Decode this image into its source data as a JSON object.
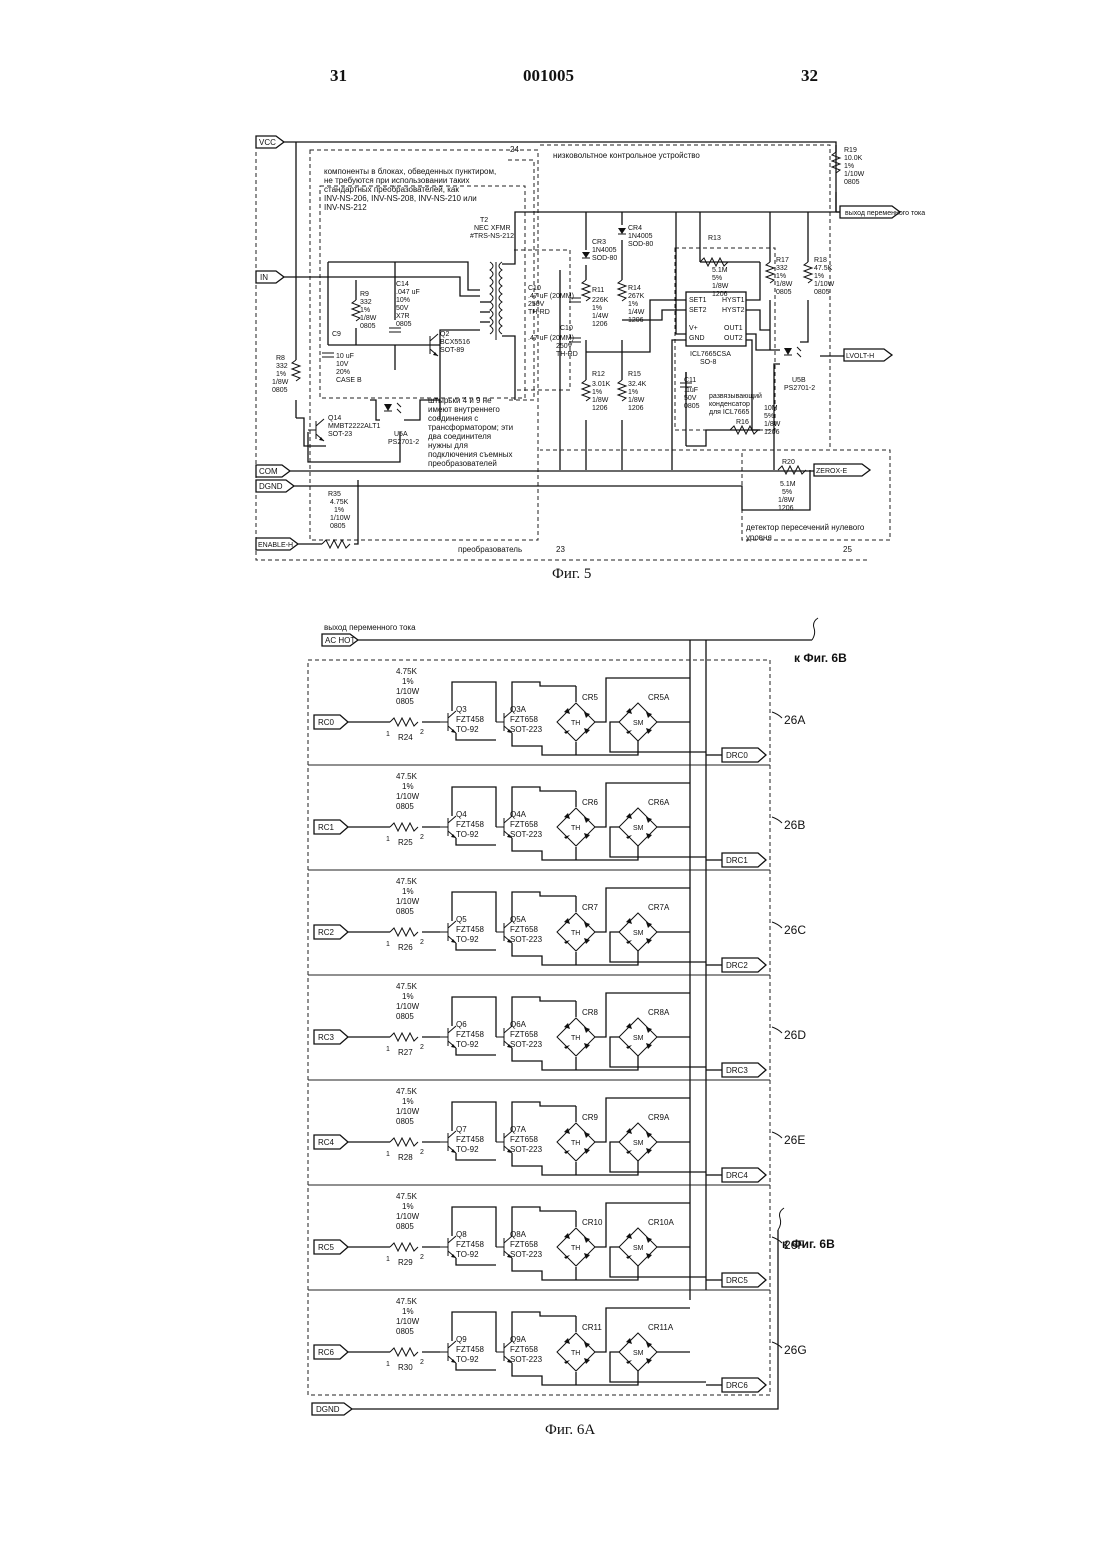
{
  "header": {
    "left_page": "31",
    "doc_number": "001005",
    "right_page": "32"
  },
  "fig5": {
    "caption": "Фиг. 5",
    "ports": {
      "vcc": "VCC",
      "in": "IN",
      "com": "COM",
      "dgnd": "DGND",
      "enable": "ENABLE-H",
      "lvolt": "LVOLT-H",
      "zerox": "ZEROX-E",
      "ac_out": "выход переменного тока"
    },
    "notes": {
      "ref24": "24",
      "low_voltage": "низковольтное контрольное устройство",
      "dashed_note": [
        "компоненты в блоках, обведенных пунктиром,",
        "не требуются при использовании таких",
        "стандартных преобразователей, как",
        "INV-NS-206, INV-NS-208, INV-NS-210 или",
        "INV-NS-212"
      ],
      "pins_note": [
        "штырьки 4 и 9 не",
        "имеют внутреннего",
        "соединения с",
        "трансформатором; эти",
        "два соединителя",
        "нужны для",
        "подключения съемных",
        "преобразователей"
      ],
      "decoupling": [
        "развязывающий",
        "конденсатор",
        "для ICL7665"
      ],
      "converter": "преобразователь",
      "ref23": "23",
      "zero_cross": [
        "детектор пересечений нулевого",
        "уровня"
      ],
      "ref25": "25"
    },
    "parts": {
      "t2": [
        "T2",
        "NEC XFMR",
        "#TRS-NS-212"
      ],
      "r19": [
        "R19",
        "10.0K",
        "1%",
        "1/10W",
        "0805"
      ],
      "r13": [
        "R13",
        "5.1M",
        "5%",
        "1/8W",
        "1206"
      ],
      "r17": [
        "R17",
        "332",
        "1%",
        "1/8W",
        "0805"
      ],
      "r18": [
        "R18",
        "47.5K",
        "1%",
        "1/10W",
        "0805"
      ],
      "cr3": [
        "CR3",
        "1N4005",
        "SOD-80"
      ],
      "cr4": [
        "CR4",
        "1N4005",
        "SOD-80"
      ],
      "c10a": [
        "C10",
        ".47 uF (20MM)",
        "250V",
        "TH-RD"
      ],
      "c10b": [
        "C10",
        ".47 uF (20MM)",
        "250V",
        "TH-RD"
      ],
      "r11": [
        "R11",
        "226K",
        "1%",
        "1/4W",
        "1206"
      ],
      "r14": [
        "R14",
        "267K",
        "1%",
        "1/4W",
        "1206"
      ],
      "r12": [
        "R12",
        "3.01K",
        "1%",
        "1/8W",
        "1206"
      ],
      "r15": [
        "R15",
        "32.4K",
        "1%",
        "1/8W",
        "1206"
      ],
      "c11": [
        "C11",
        ".1uF",
        "50V",
        "0805"
      ],
      "r16": [
        "R16",
        "10M",
        "5%",
        "1/8W",
        "1206"
      ],
      "u1": [
        "ICL7665CSA",
        "SO-8"
      ],
      "u1_pins": [
        "SET1",
        "SET2",
        "V+",
        "GND",
        "HYST1",
        "HYST2",
        "OUT1",
        "OUT2"
      ],
      "u5b": [
        "U5B",
        "PS2701-2"
      ],
      "c14": [
        "C14",
        ".047 uF",
        "10%",
        "50V",
        "X7R",
        "0805"
      ],
      "r9": [
        "R9",
        "332",
        "1%",
        "1/8W",
        "0805"
      ],
      "c9": [
        "C9",
        "10 uF",
        "10V",
        "20%",
        "CASE B"
      ],
      "q2": [
        "Q2",
        "BCX5516",
        "SOT-89"
      ],
      "r8": [
        "R8",
        "332",
        "1%",
        "1/8W",
        "0805"
      ],
      "q14": [
        "Q14",
        "MMBT2222ALT1",
        "SOT-23"
      ],
      "u5a": [
        "U5A",
        "PS2701-2"
      ],
      "r35": [
        "R35",
        "4.75K",
        "1%",
        "1/10W",
        "0805"
      ],
      "r20": [
        "R20",
        "5.1M",
        "5%",
        "1/8W",
        "1206"
      ]
    }
  },
  "fig6a": {
    "caption": "Фиг. 6А",
    "ac_hot_title": "выход переменного тока",
    "ac_hot": "AC HOT",
    "dgnd": "DGND",
    "to_6b": "к Фиг. 6В",
    "to_6b_2": "к Фиг. 6В",
    "bridge_labels": {
      "th": "TH",
      "sm": "SM"
    },
    "channels": [
      {
        "input": "RC0",
        "output": "DRC0",
        "r_value": [
          "4.75K",
          "1%",
          "1/10W",
          "0805"
        ],
        "r_ref": "R24",
        "q1": [
          "Q3",
          "FZT458",
          "TO-92"
        ],
        "q2": [
          "Q3A",
          "FZT658",
          "SOT-223"
        ],
        "cr_th": "CR5",
        "cr_sm": "CR5A",
        "block": "26A"
      },
      {
        "input": "RC1",
        "output": "DRC1",
        "r_value": [
          "47.5K",
          "1%",
          "1/10W",
          "0805"
        ],
        "r_ref": "R25",
        "q1": [
          "Q4",
          "FZT458",
          "TO-92"
        ],
        "q2": [
          "Q4A",
          "FZT658",
          "SOT-223"
        ],
        "cr_th": "CR6",
        "cr_sm": "CR6A",
        "block": "26B"
      },
      {
        "input": "RC2",
        "output": "DRC2",
        "r_value": [
          "47.5K",
          "1%",
          "1/10W",
          "0805"
        ],
        "r_ref": "R26",
        "q1": [
          "Q5",
          "FZT458",
          "TO-92"
        ],
        "q2": [
          "Q5A",
          "FZT658",
          "SOT-223"
        ],
        "cr_th": "CR7",
        "cr_sm": "CR7A",
        "block": "26C"
      },
      {
        "input": "RC3",
        "output": "DRC3",
        "r_value": [
          "47.5K",
          "1%",
          "1/10W",
          "0805"
        ],
        "r_ref": "R27",
        "q1": [
          "Q6",
          "FZT458",
          "TO-92"
        ],
        "q2": [
          "Q6A",
          "FZT658",
          "SOT-223"
        ],
        "cr_th": "CR8",
        "cr_sm": "CR8A",
        "block": "26D"
      },
      {
        "input": "RC4",
        "output": "DRC4",
        "r_value": [
          "47.5K",
          "1%",
          "1/10W",
          "0805"
        ],
        "r_ref": "R28",
        "q1": [
          "Q7",
          "FZT458",
          "TO-92"
        ],
        "q2": [
          "Q7A",
          "FZT658",
          "SOT-223"
        ],
        "cr_th": "CR9",
        "cr_sm": "CR9A",
        "block": "26E"
      },
      {
        "input": "RC5",
        "output": "DRC5",
        "r_value": [
          "47.5K",
          "1%",
          "1/10W",
          "0805"
        ],
        "r_ref": "R29",
        "q1": [
          "Q8",
          "FZT458",
          "TO-92"
        ],
        "q2": [
          "Q8A",
          "FZT658",
          "SOT-223"
        ],
        "cr_th": "CR10",
        "cr_sm": "CR10A",
        "block": "26F"
      },
      {
        "input": "RC6",
        "output": "DRC6",
        "r_value": [
          "47.5K",
          "1%",
          "1/10W",
          "0805"
        ],
        "r_ref": "R30",
        "q1": [
          "Q9",
          "FZT458",
          "TO-92"
        ],
        "q2": [
          "Q9A",
          "FZT658",
          "SOT-223"
        ],
        "cr_th": "CR11",
        "cr_sm": "CR11A",
        "block": "26G"
      }
    ]
  }
}
